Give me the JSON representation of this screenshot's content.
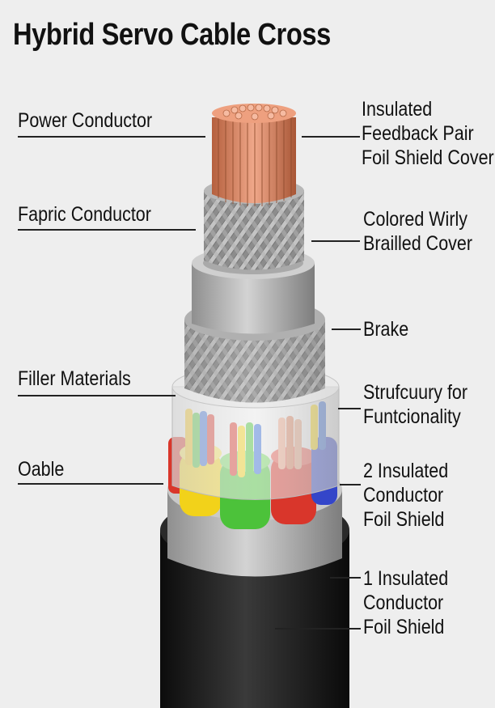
{
  "title": "Hybrid Servo Cable Cross",
  "labels": {
    "left": {
      "power_conductor": "Power Conductor",
      "fapric_conductor": "Fapric Conductor",
      "filler_materials": "Filler Materials",
      "oable": "Oable"
    },
    "right": {
      "feedback_line1": "Insulated",
      "feedback_line2": "Feedback Pair",
      "feedback_line3": "Foil Shield Cover",
      "wirly_line1": "Colored Wirly",
      "wirly_line2": "Brailled Cover",
      "brake": "Brake",
      "struct_line1": "Strufcuury for",
      "struct_line2": "Funtcionality",
      "two_ins_line1": "2 Insulated",
      "two_ins_line2": "Conductor",
      "two_ins_line3": "Foil Shield",
      "one_ins_line1": "1 Insulated",
      "one_ins_line2": "Conductor",
      "one_ins_line3": "Foil Shield"
    }
  },
  "colors": {
    "jacket": "#1e1e1e",
    "inner_sheath": "#b9b9b9",
    "copper": "#d9825e",
    "braid": "#9a9a9a",
    "core_yellow": "#f2d21a",
    "core_green": "#4cc23a",
    "core_red": "#d9362b",
    "core_blue": "#3446c9"
  }
}
